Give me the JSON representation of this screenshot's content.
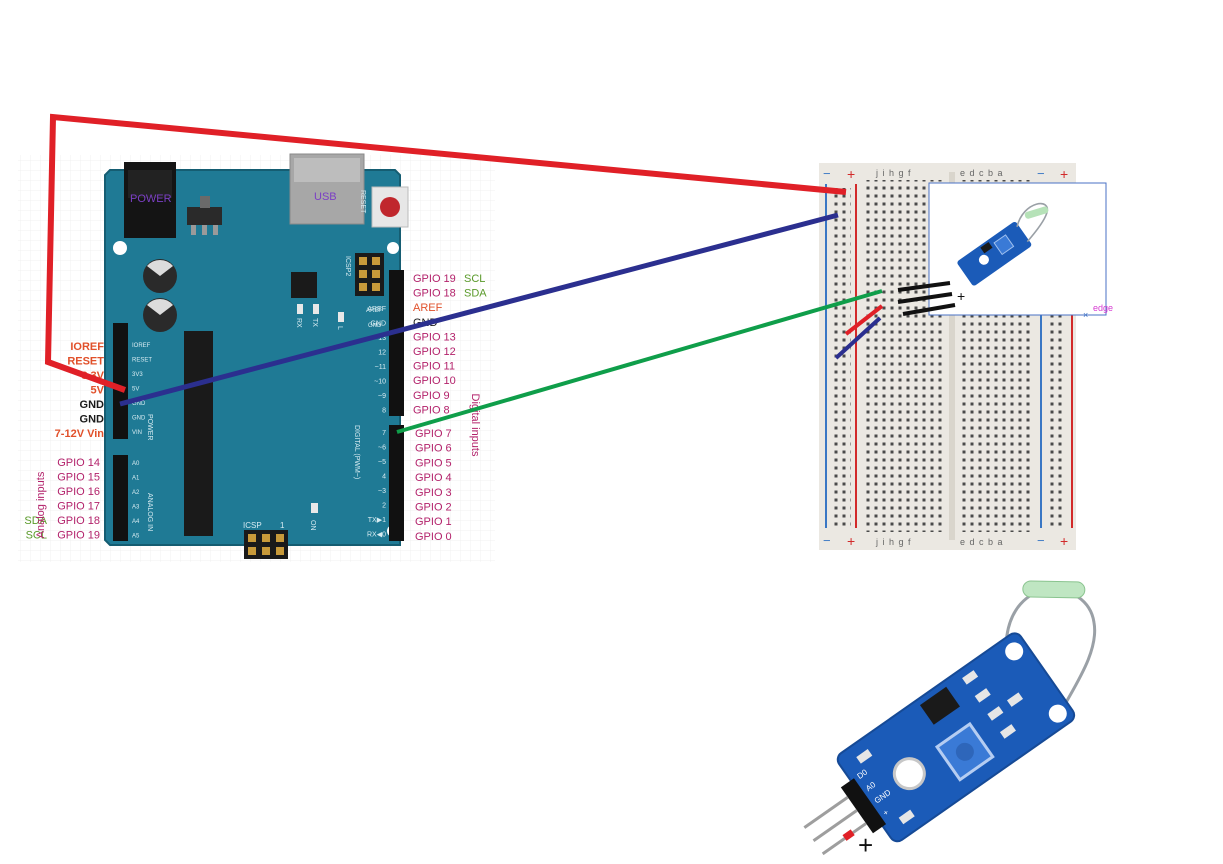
{
  "colors": {
    "board": "#1f7a95",
    "board_edge": "#155d72",
    "wire_power": "#e02027",
    "wire_ground": "#2b2f8f",
    "wire_signal": "#0f9e4a",
    "gpio_label": "#b3226b",
    "power_label": "#e1502a",
    "i2c_label": "#5a9a2a",
    "breadboard": "#ebe8e2",
    "rail_blue": "#3a77c4",
    "rail_red": "#d22a2a",
    "sensor_pcb": "#1b5bb8",
    "edge_label": "#d63ad2"
  },
  "board": {
    "power_jack": "POWER",
    "usb": "USB",
    "reset": "RESET",
    "icsp2": "ICSP2",
    "aref": "AREF",
    "gnd": "GND",
    "tx": "TX",
    "rx": "RX",
    "l": "L",
    "on": "ON",
    "icsp": "ICSP",
    "power_header": "POWER",
    "analog_header": "ANALOG IN",
    "digital_header": "DIGITAL (PWM~)",
    "power_silk": [
      "IOREF",
      "RESET",
      "3V3",
      "5V",
      "GND",
      "GND",
      "VIN"
    ],
    "analog_silk": [
      "A0",
      "A1",
      "A2",
      "A3",
      "A4",
      "A5"
    ],
    "digital_silk_top": [
      "AREF",
      "GND",
      "13",
      "12",
      "~11",
      "~10",
      "~9",
      "8"
    ],
    "digital_silk_bottom": [
      "7",
      "~6",
      "~5",
      "4",
      "~3",
      "2",
      "TX▶1",
      "RX◀0"
    ]
  },
  "labels": {
    "power_left": [
      "IOREF",
      "RESET",
      "3.3V",
      "5V",
      "GND",
      "GND",
      "7-12V Vin"
    ],
    "analog_left": [
      "GPIO 14",
      "GPIO 15",
      "GPIO 16",
      "GPIO 17",
      "GPIO 18",
      "GPIO 19"
    ],
    "analog_i2c": [
      "SDA",
      "SCL"
    ],
    "analog_title": "Analog inputs",
    "right_top": [
      "GPIO 19",
      "GPIO 18",
      "AREF",
      "GND",
      "GPIO 13",
      "GPIO 12",
      "GPIO 11",
      "GPIO 10",
      "GPIO 9",
      "GPIO 8"
    ],
    "right_top_i2c": [
      "SCL",
      "SDA"
    ],
    "right_bottom": [
      "GPIO 7",
      "GPIO 6",
      "GPIO 5",
      "GPIO 4",
      "GPIO 3",
      "GPIO 2",
      "GPIO 1",
      "GPIO 0"
    ],
    "digital_title": "Digital inputs"
  },
  "breadboard": {
    "rail_minus": "−",
    "rail_plus": "+",
    "cols_left": "j i h g f",
    "cols_right": "e d c b a"
  },
  "sensor": {
    "edge_label": "edge",
    "plus_mark": "+",
    "pin_labels": [
      "D0",
      "A0",
      "GND",
      "+"
    ]
  }
}
